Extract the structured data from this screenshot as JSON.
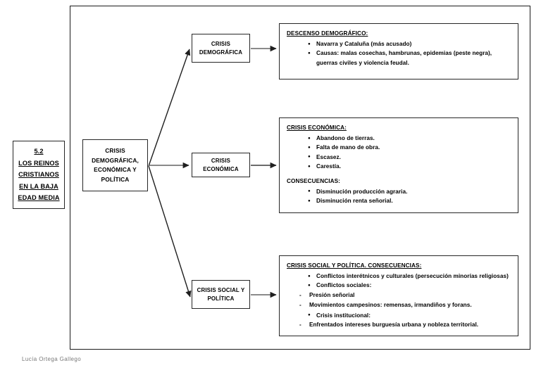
{
  "document": {
    "title_box": {
      "lines": [
        "5.2",
        "LOS REINOS",
        "CRISTIANOS",
        "EN LA BAJA",
        "EDAD MEDIA"
      ]
    },
    "center_node": {
      "lines": [
        "CRISIS",
        "DEMOGRÁFICA,",
        "ECONÓMICA Y",
        "POLÍTICA"
      ]
    },
    "branches": [
      {
        "id": "demografica",
        "node_lines": [
          "CRISIS",
          "DEMOGRÁFICA"
        ],
        "panel": {
          "heading": "DESCENSO DEMOGRÁFICO:",
          "bullets": [
            "Navarra y Cataluña (más acusado)",
            "Causas: malas cosechas, hambrunas, epidemias (peste negra), guerras civiles y violencia feudal."
          ]
        }
      },
      {
        "id": "economica",
        "node_lines": [
          "CRISIS",
          "ECONÓMICA"
        ],
        "panel": {
          "heading": "CRISIS ECONÓMICA:",
          "bullets": [
            "Abandono de tierras.",
            "Falta de mano de obra.",
            "Escasez.",
            "Carestía."
          ],
          "subheading": "CONSECUENCIAS:",
          "sub_bullets": [
            "Disminución producción agraria.",
            "Disminución renta señorial."
          ]
        }
      },
      {
        "id": "social",
        "node_lines": [
          "CRISIS SOCIAL Y",
          "POLÍTICA"
        ],
        "panel": {
          "heading": "CRISIS SOCIAL Y POLÍTICA. CONSECUENCIAS:",
          "items": [
            {
              "text": "Conflictos interétnicos y culturales (persecución minorías religiosas)",
              "children": []
            },
            {
              "text": "Conflictos sociales:",
              "children": [
                "Presión señorial",
                "Movimientos campesinos: remensas, irmandiños y forans."
              ]
            },
            {
              "text": "Crisis institucional:",
              "children": [
                "Enfrentados intereses burguesía urbana y nobleza territorial."
              ]
            }
          ]
        }
      }
    ],
    "footer": "Lucía Ortega Gallego",
    "colors": {
      "ink": "#000000",
      "border": "#262626",
      "frame": "#1a1a1a",
      "footer_text": "#7a7a7a",
      "background": "#ffffff"
    }
  }
}
